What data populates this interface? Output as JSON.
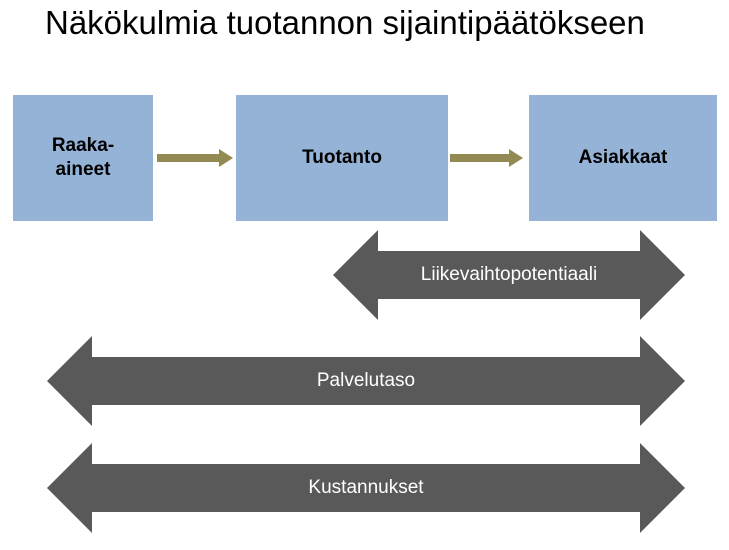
{
  "title": "Näkökulmia tuotannon sijaintipäätökseen",
  "boxes": {
    "raw": "Raaka-\naineet",
    "production": "Tuotanto",
    "customers": "Asiakkaat"
  },
  "arrows": {
    "revenue": "Liikevaihtopotentiaali",
    "service": "Palvelutaso",
    "costs": "Kustannukset"
  },
  "colors": {
    "box": "#95b3d7",
    "flow_arrow": "#938953",
    "double_arrow": "#595959"
  }
}
